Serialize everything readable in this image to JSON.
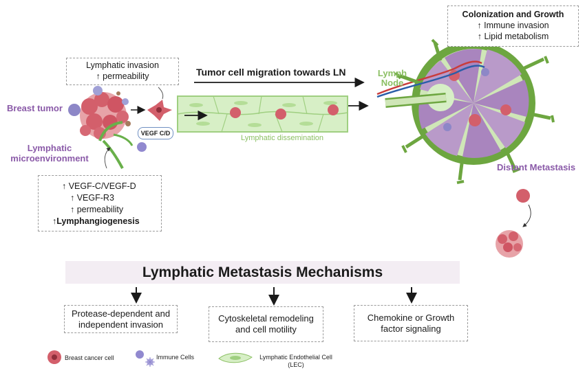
{
  "labels": {
    "breast_tumor": "Breast tumor",
    "lymphatic_microenvironment": [
      "Lymphatic",
      "microenvironment"
    ],
    "lymph_node": [
      "Lymph",
      "Node"
    ],
    "distant_metastasis": "Distant Metastasis",
    "vegf_cd": "VEGF C/D",
    "migration_arrow": "Tumor cell migration towards LN",
    "lymphatic_dissemination": "Lymphatic dissemination"
  },
  "invasion_box": {
    "line1": "Lymphatic invasion",
    "line2": "↑ permeability"
  },
  "colonization_box": {
    "title": "Colonization and Growth",
    "line1": "↑ Immune invasion",
    "line2": "↑ Lipid metabolism"
  },
  "microenv_box": {
    "line1": "↑ VEGF-C/VEGF-D",
    "line2": "↑ VEGF-R3",
    "line3": "↑ permeability",
    "line4": "↑Lymphangiogenesis"
  },
  "mechanisms": {
    "title": "Lymphatic Metastasis Mechanisms",
    "items": [
      {
        "line1": "Protease-dependent and",
        "line2": "independent invasion"
      },
      {
        "line1": "Cytoskeletal remodeling",
        "line2": "and cell motility"
      },
      {
        "line1": "Chemokine or Growth",
        "line2": "factor signaling"
      }
    ]
  },
  "legend": {
    "cancer_cell": "Breast cancer cell",
    "immune_cells": "Immune Cells",
    "lec_line1": "Lymphatic Endothelial Cell",
    "lec_line2": "(LEC)"
  },
  "colors": {
    "purple_label": "#8a5aa8",
    "green_label": "#8bbf63",
    "tumor_red": "#c9525e",
    "vessel_green": "#c9e7b1",
    "node_purple": "#b48ac6",
    "title_band": "#f3edf3"
  }
}
